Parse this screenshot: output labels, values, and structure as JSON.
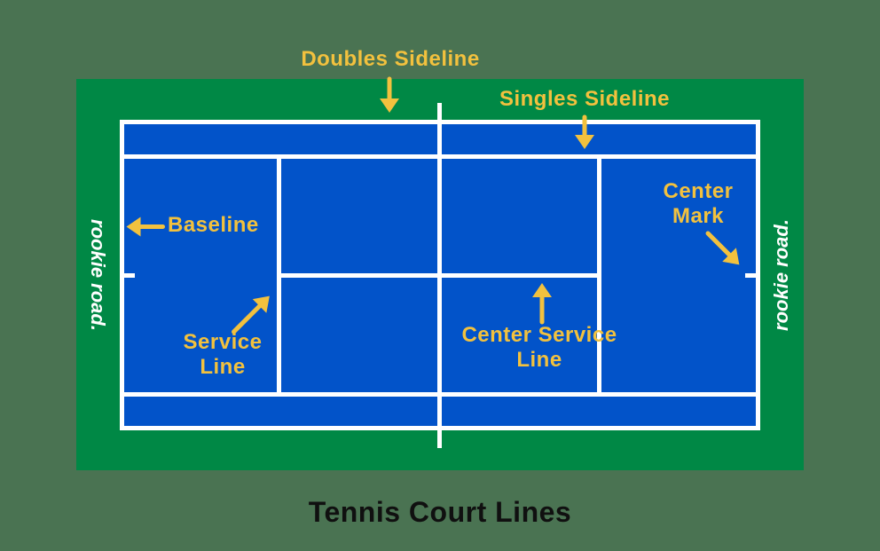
{
  "page": {
    "background_color": "#4A7352",
    "title": "Tennis Court Lines"
  },
  "brand": {
    "logo_text": "rookie road."
  },
  "court": {
    "surround_color": "#008845",
    "surface_color": "#0253C9",
    "line_color": "#FFFFFF",
    "label_color": "#F2C13E"
  },
  "labels": {
    "doubles_sideline": "Doubles Sideline",
    "singles_sideline": "Singles Sideline",
    "baseline": "Baseline",
    "center_mark": [
      "Center",
      "Mark"
    ],
    "service_line": [
      "Service",
      "Line"
    ],
    "center_service_line": [
      "Center Service",
      "Line"
    ]
  }
}
